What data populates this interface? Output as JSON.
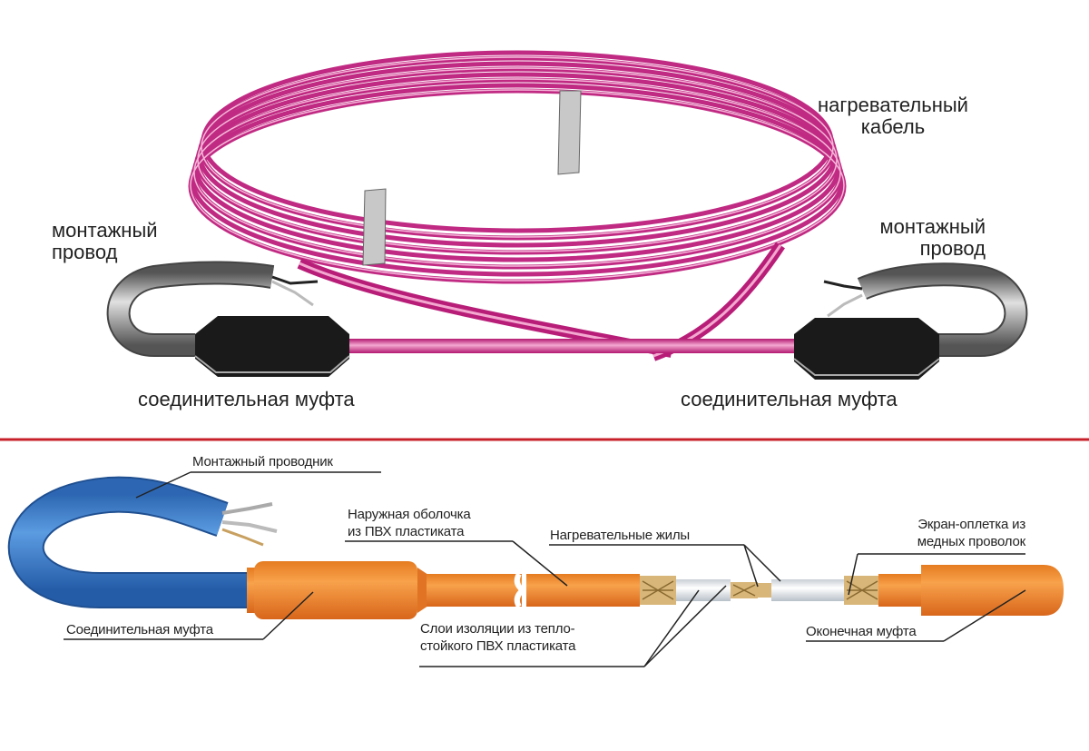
{
  "top_diagram": {
    "title": "Heating cable kit",
    "labels": {
      "heating_cable_line1": "нагревательный",
      "heating_cable_line2": "кабель",
      "mounting_wire_left_line1": "монтажный",
      "mounting_wire_left_line2": "провод",
      "mounting_wire_right_line1": "монтажный",
      "mounting_wire_right_line2": "провод",
      "coupling_left": "соединительная муфта",
      "coupling_right": "соединительная муфта"
    },
    "colors": {
      "cable": "#d6368f",
      "coupling": "#1a1a1a",
      "mounting_wire": "#8a8a8a",
      "band": "#c8c8c8"
    }
  },
  "divider": {
    "color": "#c8202a"
  },
  "bottom_diagram": {
    "title": "Cable structure",
    "labels": {
      "mounting_conductor": "Монтажный проводник",
      "outer_sheath_line1": "Наружная оболочка",
      "outer_sheath_line2": "из ПВХ пластиката",
      "heating_cores": "Нагревательные жилы",
      "shield_braid_line1": "Экран-оплетка из",
      "shield_braid_line2": "медных проволок",
      "connecting_coupling": "Соединительная муфта",
      "insulation_layers_line1": "Слои изоляции из тепло-",
      "insulation_layers_line2": "стойкого ПВХ пластиката",
      "end_coupling": "Оконечная муфта"
    },
    "colors": {
      "sheath": "#f08a2c",
      "mounting_conductor": "#3a7cc8",
      "braid": "#d8b67a",
      "insulation": "#e8eef2"
    }
  }
}
